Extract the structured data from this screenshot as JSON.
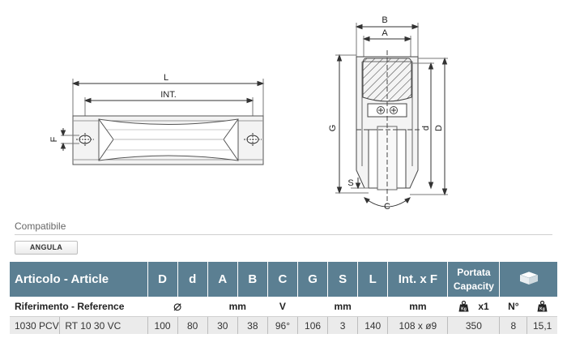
{
  "drawing": {
    "front_labels": {
      "L": "L",
      "int": "INT.",
      "F": "F"
    },
    "side_labels": {
      "B": "B",
      "A": "A",
      "G": "G",
      "d": "d",
      "D": "D",
      "S": "S",
      "C": "C"
    }
  },
  "compat": {
    "title": "Compatibile",
    "chip": "ANGULA"
  },
  "table": {
    "header": {
      "article": "Articolo - Article",
      "cols": [
        "D",
        "d",
        "A",
        "B",
        "C",
        "G",
        "S",
        "L",
        "Int. x F"
      ],
      "portata_line1": "Portata",
      "portata_line2": "Capacity",
      "box_icon": "box-icon"
    },
    "units": {
      "reference": "Riferimento - Reference",
      "diameter_symbol": "⌀",
      "mm1": "mm",
      "v": "V",
      "mm2": "mm",
      "mm3": "mm",
      "kg_icon": "kg-weight-icon",
      "x1": "x1",
      "n": "N°"
    },
    "row": {
      "code": "1030 PCV",
      "ref": "RT 10 30 VC",
      "D": "100",
      "d": "80",
      "A": "30",
      "B": "38",
      "C": "96°",
      "G": "106",
      "S": "3",
      "L": "140",
      "IntF": "108 x ø9",
      "capacity": "350",
      "N": "8",
      "weight": "15,1"
    }
  }
}
